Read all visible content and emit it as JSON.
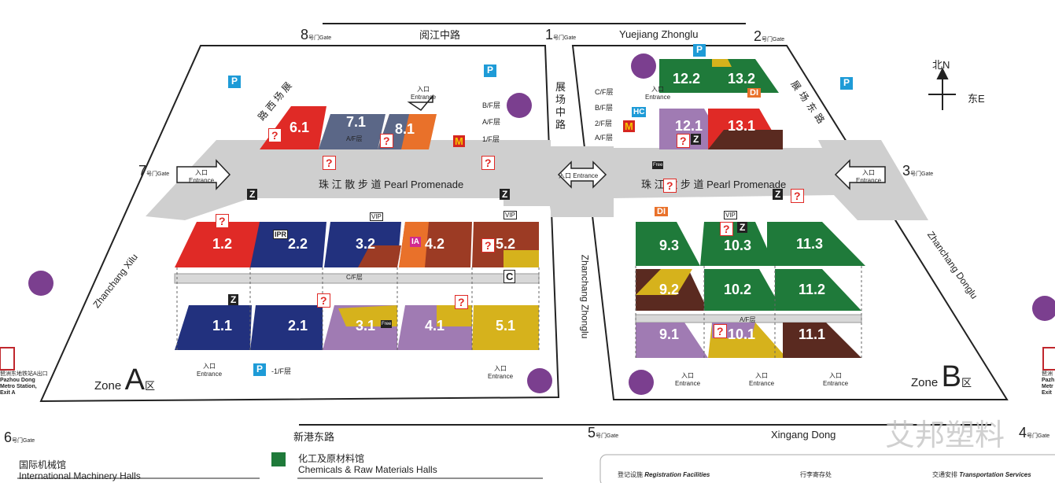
{
  "roads": {
    "top_left": "阅江中路",
    "top_right": "Yuejiang Zhonglu",
    "bottom_left": "新港东路",
    "bottom_right": "Xingang Dong",
    "left_diag": "Zhanchang Xilu",
    "right_diag": "Zhanchang Donglu",
    "center_cn_1": "展",
    "center_cn_2": "场",
    "center_cn_3": "中",
    "center_cn_4": "路",
    "center_en": "Zhanchang Zhonglu",
    "west_cn_1": "展",
    "west_cn_2": "场",
    "west_cn_3": "西",
    "west_cn_4": "路",
    "east_cn_1": "展",
    "east_cn_2": "场",
    "east_cn_3": "东",
    "east_cn_4": "路"
  },
  "gates": [
    {
      "num": "8",
      "cn": "号门",
      "en": "Gate"
    },
    {
      "num": "1",
      "cn": "号门",
      "en": "Gate"
    },
    {
      "num": "2",
      "cn": "号门",
      "en": "Gate"
    },
    {
      "num": "7",
      "cn": "号门",
      "en": "Gate"
    },
    {
      "num": "3",
      "cn": "号门",
      "en": "Gate"
    },
    {
      "num": "6",
      "cn": "号门",
      "en": "Gate"
    },
    {
      "num": "5",
      "cn": "号门",
      "en": "Gate"
    },
    {
      "num": "4",
      "cn": "号门",
      "en": "Gate"
    }
  ],
  "promenade": {
    "cn": "珠 江 散 步 道",
    "en": "Pearl Promenade"
  },
  "entrance": {
    "cn": "入口",
    "en": "Entrance",
    "combined": "入口 Entrance"
  },
  "zones": {
    "a_en": "Zone",
    "a_letter": "A",
    "a_cn": "区",
    "b_en": "Zone",
    "b_letter": "B",
    "b_cn": "区"
  },
  "compass": {
    "north": "北N",
    "east": "东E"
  },
  "halls_a": [
    "6.1",
    "7.1",
    "8.1",
    "1.2",
    "2.2",
    "3.2",
    "4.2",
    "5.2",
    "1.1",
    "2.1",
    "3.1",
    "4.1",
    "5.1"
  ],
  "halls_b": [
    "12.2",
    "13.2",
    "12.1",
    "13.1",
    "9.3",
    "10.3",
    "11.3",
    "9.2",
    "10.2",
    "11.2",
    "9.1",
    "10.1",
    "11.1"
  ],
  "floors": {
    "af": "A/F层",
    "cf": "C/F层",
    "bf": "B/F层",
    "f1": "1/F层",
    "f2": "2/F层",
    "neg1": "-1/F层",
    "cf_letter": "C"
  },
  "badges": {
    "ipr": "IPR",
    "vip": "VIP",
    "ia": "IA",
    "di": "DI",
    "hc": "HC",
    "free": "Free",
    "p": "P",
    "q": "?",
    "z": "Z",
    "mcd": "M"
  },
  "metro": {
    "left_cn": "琶洲东地铁站A出口",
    "left_en1": "Pazhou Dong",
    "left_en2": "Metro Station,",
    "left_en3": "Exit A",
    "right_cn": "琶洲",
    "right_en1": "Pazh",
    "right_en2": "Metr",
    "right_en3": "Exit"
  },
  "watermark": "艾邦塑料",
  "legend": {
    "machinery_cn": "国际机械馆",
    "machinery_en": "International Machinery Halls",
    "chem_cn": "化工及原材料馆",
    "chem_en": "Chemicals & Raw Materials Halls",
    "registration": "登记设施",
    "registration_en": "Registration Facilities",
    "luggage": "行李寄存处",
    "transport": "交通安排",
    "transport_en": "Transportation Services"
  },
  "colors": {
    "red": "#e02a26",
    "navy": "#22317e",
    "purple": "#a07bb3",
    "brown": "#9c3b24",
    "orange": "#e9712a",
    "gold": "#d6b21c",
    "green": "#1f7a3a",
    "maroon": "#5a2a20",
    "slate": "#5b6787",
    "blue": "#1e9bd7",
    "gray": "#c9c9c9"
  }
}
